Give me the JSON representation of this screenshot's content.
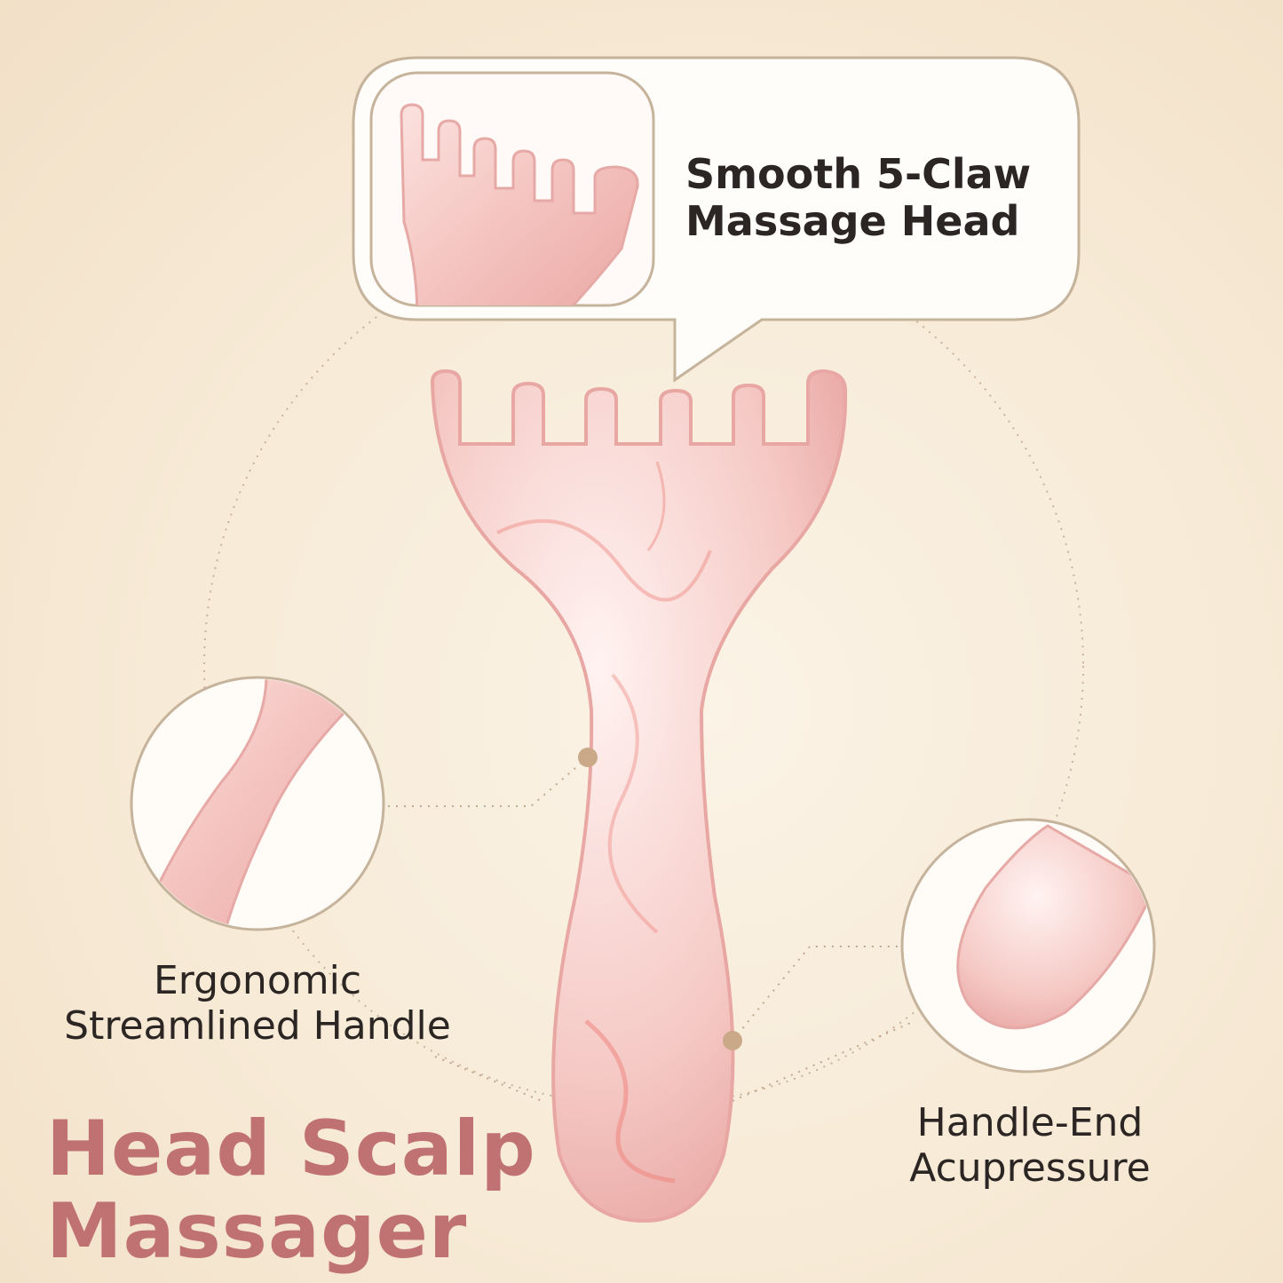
{
  "callouts": {
    "head": {
      "line1": "Smooth 5-Claw",
      "line2": "Massage Head"
    },
    "handle": {
      "line1": "Ergonomic",
      "line2": "Streamlined Handle"
    },
    "end": {
      "line1": "Handle-End",
      "line2": "Acupressure"
    }
  },
  "title": {
    "line1": "Head Scalp",
    "line2": "Massager"
  },
  "colors": {
    "background": "#f7ead6",
    "title": "#c07272",
    "text": "#2b2523",
    "accent_dot": "#c9a988",
    "product_pink": "#f3c6c2"
  },
  "icons": [
    "massage-comb-product",
    "detail-zoom-circle",
    "connector-dot"
  ]
}
